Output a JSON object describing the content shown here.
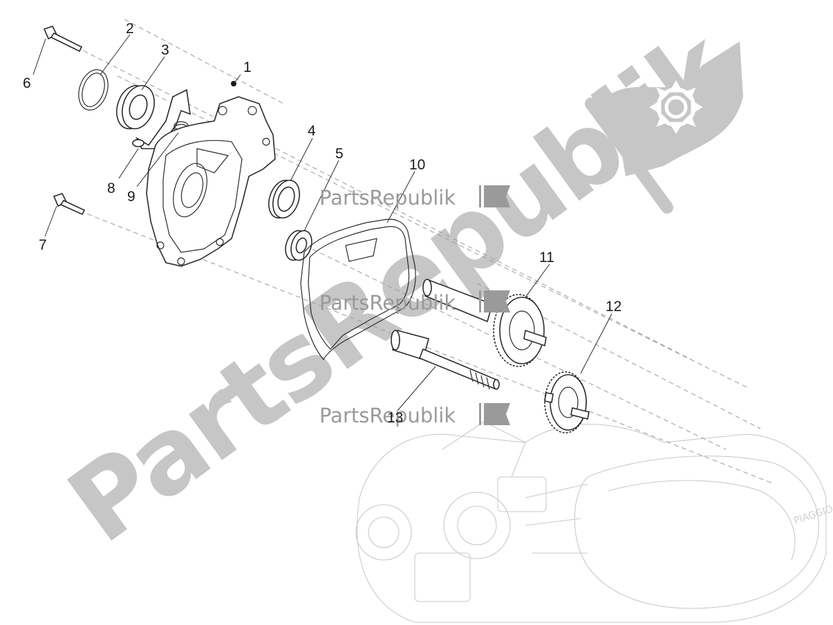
{
  "diagram": {
    "callouts": [
      {
        "id": "1",
        "label": "1"
      },
      {
        "id": "2",
        "label": "2"
      },
      {
        "id": "3",
        "label": "3"
      },
      {
        "id": "4",
        "label": "4"
      },
      {
        "id": "5",
        "label": "5"
      },
      {
        "id": "6",
        "label": "6"
      },
      {
        "id": "7",
        "label": "7"
      },
      {
        "id": "8",
        "label": "8"
      },
      {
        "id": "9",
        "label": "9"
      },
      {
        "id": "10",
        "label": "10"
      },
      {
        "id": "11",
        "label": "11"
      },
      {
        "id": "12",
        "label": "12"
      },
      {
        "id": "13",
        "label": "13"
      }
    ],
    "watermark": {
      "large_text": "PartsRepublik",
      "small_text": "PartsRepublik",
      "logo_icon": "gear-flag-icon"
    },
    "colors": {
      "line": "#2a2a2a",
      "watermark": "#c4c4c4",
      "ghost_engine": "#c9c9c9"
    }
  }
}
